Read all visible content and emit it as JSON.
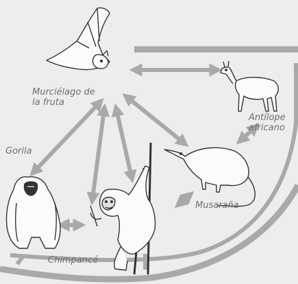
{
  "animals": {
    "bat": {
      "line1": "Murciélago de",
      "line2": "la fruta",
      "icon": "fruit-bat-icon"
    },
    "antelope": {
      "line1": "Antílope",
      "line2": "africano",
      "icon": "antelope-icon"
    },
    "gorilla": {
      "label": "Gorila",
      "icon": "gorilla-icon"
    },
    "chimp": {
      "label": "Chimpancé",
      "icon": "chimpanzee-icon"
    },
    "shrew": {
      "label": "Musaraña",
      "icon": "shrew-icon"
    }
  },
  "colors": {
    "arrow": "#a9a9a9",
    "ink": "#333333",
    "label": "#6f6f6f",
    "background": "#ededed"
  }
}
